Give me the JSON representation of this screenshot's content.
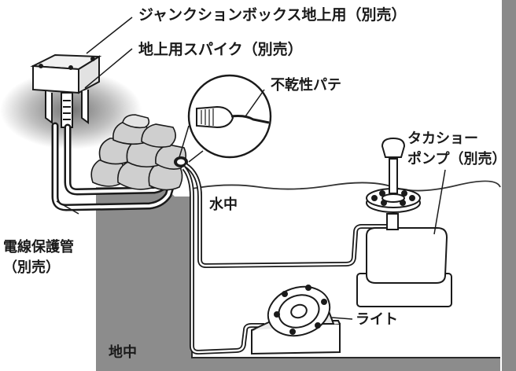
{
  "labels": {
    "junction_box": "ジャンクションボックス地上用（別売）",
    "spike": "地上用スパイク（別売）",
    "putty": "不乾性パテ",
    "pump_line1": "タカショー",
    "pump_line2": "ポンプ（別売）",
    "underwater": "水中",
    "conduit_line1": "電線保護管",
    "conduit_line2": "（別売）",
    "light": "ライト",
    "underground": "地中"
  },
  "colors": {
    "ground": "#8c8c8c",
    "line": "#1a1a1a",
    "device_fill": "#ffffff",
    "stone_fill": "#cfcfcf",
    "side_bar": "#8a8a8a"
  },
  "icons": [
    "junction-box-icon",
    "ground-spike-icon",
    "stones-icon",
    "putty-magnifier-icon",
    "pump-icon",
    "light-fixture-icon"
  ]
}
